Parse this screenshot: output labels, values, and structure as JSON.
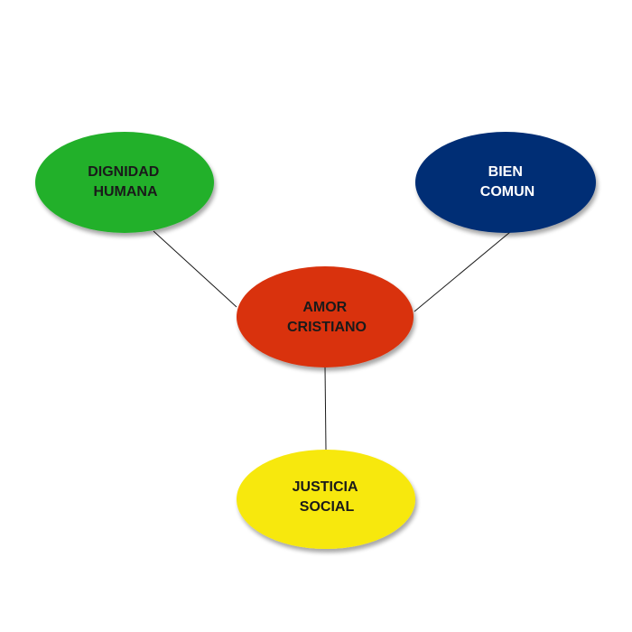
{
  "diagram": {
    "nodes": [
      {
        "id": "amor-cristiano",
        "lines": [
          "AMOR",
          "CRISTIANO"
        ],
        "fill": "#d9300a",
        "text_color": "#1a1a1a"
      },
      {
        "id": "dignidad-humana",
        "lines": [
          "DIGNIDAD",
          "HUMANA"
        ],
        "fill": "#22b02a",
        "text_color": "#1a1a1a"
      },
      {
        "id": "bien-comun",
        "lines": [
          "BIEN",
          "COMUN"
        ],
        "fill": "#062f75",
        "text_color": "#ffffff"
      },
      {
        "id": "justicia-social",
        "lines": [
          "JUSTICIA",
          "SOCIAL"
        ],
        "fill": "#f7e80c",
        "text_color": "#1a1a1a"
      }
    ],
    "edges": [
      {
        "from": "amor-cristiano",
        "to": "dignidad-humana"
      },
      {
        "from": "amor-cristiano",
        "to": "bien-comun"
      },
      {
        "from": "amor-cristiano",
        "to": "justicia-social"
      }
    ]
  }
}
